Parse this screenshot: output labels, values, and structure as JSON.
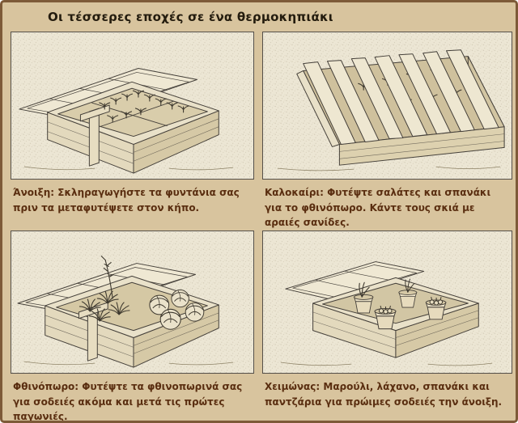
{
  "page": {
    "title": "Οι τέσσερες εποχές σε ένα θερμοκηπιάκι"
  },
  "panels": [
    {
      "season": "spring",
      "illustration": "open-cold-frame-with-seedling-flats-propped-lid-and-support-post",
      "caption": "Άνοιξη: Σκληραγωγήστε τα φυντάνια σας πριν τα μεταφυτέψετε στον κήπο."
    },
    {
      "season": "summer",
      "illustration": "cold-frame-shaded-with-spaced-wooden-slats-over-plants",
      "caption": "Καλοκαίρι: Φυτέψτε σαλάτες και σπανάκι για το φθινόπωρο. Κάντε τους σκιά με αραιές σανίδες."
    },
    {
      "season": "autumn",
      "illustration": "open-cold-frame-with-leafy-crops-cabbages-and-flower-spike",
      "caption": "Φθινόπωρο: Φυτέψτε τα φθινοπωρινά σας για σοδειές ακόμα και μετά τις πρώτες παγωνιές."
    },
    {
      "season": "winter",
      "illustration": "cold-frame-with-potted-bulbs-and-shoots-inside",
      "caption": "Χειμώνας: Μαρούλι, λάχανο, σπανάκι και παντζάρια για πρώιμες σοδειές την άνοιξη."
    }
  ],
  "colors": {
    "page_background": "#d8c49e",
    "page_border": "#7d5a38",
    "panel_background": "#ece6d4",
    "panel_border": "#55504a",
    "caption_text": "#5a2e10",
    "title_text": "#241c0e",
    "line_art": "#45403a"
  }
}
